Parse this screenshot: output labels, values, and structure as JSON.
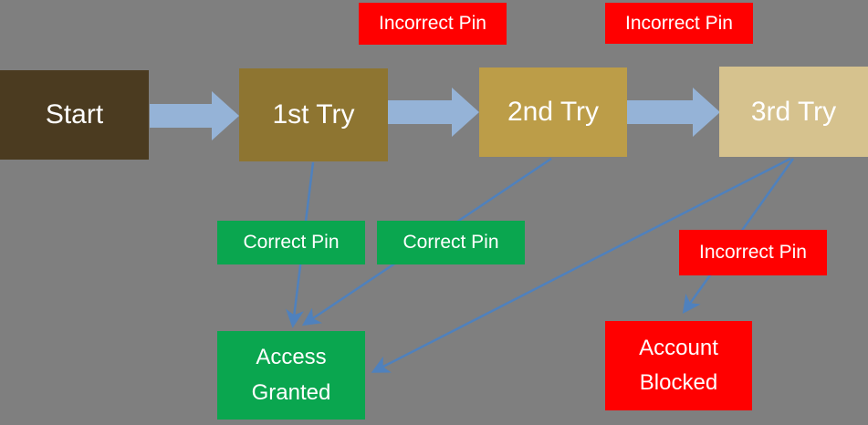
{
  "colors": {
    "background": "#7f7f7f",
    "flow_arrow": "#95b3d7",
    "connector": "#4f81bd",
    "red": "#ff0000",
    "green": "#0aa64f",
    "start_brown": "#4b3b20",
    "try1_brown": "#8e7531",
    "try2_gold": "#bc9d48",
    "try3_tan": "#d6c28e",
    "text": "#ffffff"
  },
  "nodes": {
    "start": {
      "label": "Start"
    },
    "try1": {
      "label": "1st Try"
    },
    "try2": {
      "label": "2nd Try"
    },
    "try3": {
      "label": "3rd Try"
    },
    "incorrect_pin_top_1": {
      "label": "Incorrect Pin"
    },
    "incorrect_pin_top_2": {
      "label": "Incorrect Pin"
    },
    "incorrect_pin_right": {
      "label": "Incorrect Pin"
    },
    "correct_pin_1": {
      "label": "Correct Pin"
    },
    "correct_pin_2": {
      "label": "Correct Pin"
    },
    "access_granted": {
      "label": "Access Granted"
    },
    "account_blocked": {
      "label": "Account Blocked"
    }
  },
  "edges": [
    {
      "from": "Start",
      "to": "1st Try",
      "type": "flow"
    },
    {
      "from": "1st Try",
      "to": "2nd Try",
      "type": "flow",
      "label": "Incorrect Pin"
    },
    {
      "from": "2nd Try",
      "to": "3rd Try",
      "type": "flow",
      "label": "Incorrect Pin"
    },
    {
      "from": "1st Try",
      "to": "Access Granted",
      "type": "connector",
      "label": "Correct Pin"
    },
    {
      "from": "2nd Try",
      "to": "Access Granted",
      "type": "connector",
      "label": "Correct Pin"
    },
    {
      "from": "3rd Try",
      "to": "Access Granted",
      "type": "connector"
    },
    {
      "from": "3rd Try",
      "to": "Account Blocked",
      "type": "connector",
      "label": "Incorrect Pin"
    }
  ]
}
